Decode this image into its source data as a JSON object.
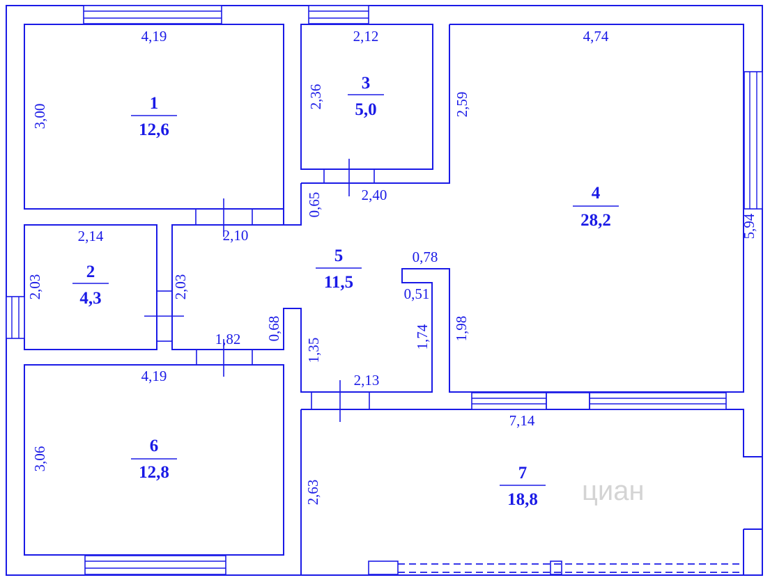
{
  "rooms": [
    {
      "number": "1",
      "area": "12,6"
    },
    {
      "number": "2",
      "area": "4,3"
    },
    {
      "number": "3",
      "area": "5,0"
    },
    {
      "number": "4",
      "area": "28,2"
    },
    {
      "number": "5",
      "area": "11,5"
    },
    {
      "number": "6",
      "area": "12,8"
    },
    {
      "number": "7",
      "area": "18,8"
    }
  ],
  "dimensions": {
    "r1_top": "4,19",
    "r1_left": "3,00",
    "r3_top": "2,12",
    "r3_left": "2,36",
    "r3_right": "2,59",
    "r4_top": "4,74",
    "r4_right": "5,94",
    "r2_top": "2,14",
    "r2_left": "2,03",
    "hall_top": "2,10",
    "hall_left": "2,03",
    "hall_notch": "0,65",
    "hall_below3": "2,40",
    "hall_bottom": "1,82",
    "hall_step": "0,68",
    "hall_step_left": "1,35",
    "hall_inner_bottom": "2,13",
    "col_top": "0,78",
    "col_side": "0,51",
    "col_left": "1,74",
    "r4_inner_left": "1,98",
    "r6_top": "4,19",
    "r6_left": "3,06",
    "r7_top": "7,14",
    "r7_left": "2,63"
  },
  "watermark": "циан"
}
